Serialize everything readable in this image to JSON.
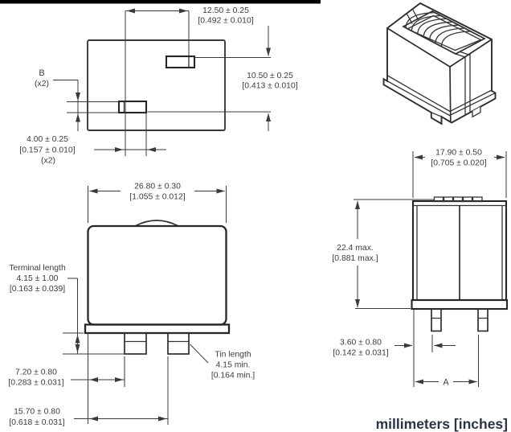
{
  "drawing": {
    "footer": "millimeters [inches]",
    "top_view": {
      "pad_pitch_x_mm": "12.50 ± 0.25",
      "pad_pitch_x_in": "[0.492 ± 0.010]",
      "pad_pitch_y_mm": "10.50 ± 0.25",
      "pad_pitch_y_in": "[0.413 ± 0.010]",
      "pad_label": "B",
      "pad_label_qty": "(x2)",
      "pad_width_mm": "4.00 ± 0.25",
      "pad_width_in": "[0.157 ± 0.010]",
      "pad_width_qty": "(x2)"
    },
    "front_view": {
      "body_width_mm": "26.80 ± 0.30",
      "body_width_in": "[1.055 ± 0.012]",
      "terminal_length_label": "Terminal length",
      "terminal_length_mm": "4.15 ± 1.00",
      "terminal_length_in": "[0.163 ± 0.039]",
      "pin1_offset_mm": "7.20 ± 0.80",
      "pin1_offset_in": "[0.283 ± 0.031]",
      "pin2_offset_mm": "15.70 ± 0.80",
      "pin2_offset_in": "[0.618 ± 0.031]",
      "tin_length_label": "Tin length",
      "tin_length_mm": "4.15 min.",
      "tin_length_in": "[0.164 min.]"
    },
    "side_view": {
      "depth_mm": "17.90 ± 0.50",
      "depth_in": "[0.705 ± 0.020]",
      "height_mm": "22.4 max.",
      "height_in": "[0.881 max.]",
      "pin_offset_mm": "3.60 ± 0.80",
      "pin_offset_in": "[0.142 ± 0.031]",
      "pin_spacing_label": "A"
    }
  }
}
